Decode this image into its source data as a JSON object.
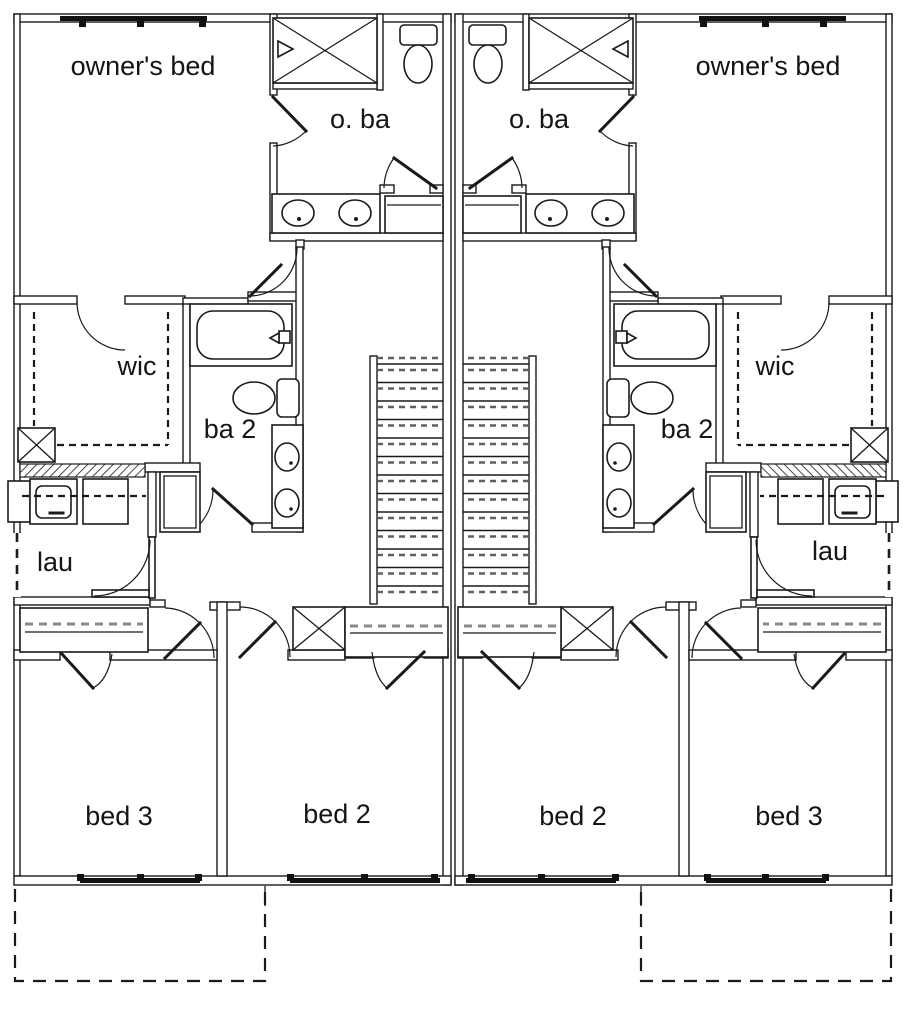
{
  "floor_plan": {
    "kind": "duplex second-floor plan, two mirrored units",
    "rooms": [
      {
        "id": "owners-bed-left",
        "label": "owner's bed"
      },
      {
        "id": "owners-bath-left",
        "label": "o. ba"
      },
      {
        "id": "walk-in-closet-left",
        "label": "wic"
      },
      {
        "id": "bath-2-left",
        "label": "ba 2"
      },
      {
        "id": "laundry-left",
        "label": "lau"
      },
      {
        "id": "bed-3-left",
        "label": "bed 3"
      },
      {
        "id": "bed-2-left",
        "label": "bed 2"
      },
      {
        "id": "owners-bath-right",
        "label": "o. ba"
      },
      {
        "id": "owners-bed-right",
        "label": "owner's bed"
      },
      {
        "id": "bath-2-right",
        "label": "ba 2"
      },
      {
        "id": "walk-in-closet-right",
        "label": "wic"
      },
      {
        "id": "laundry-right",
        "label": "lau"
      },
      {
        "id": "bed-2-right",
        "label": "bed 2"
      },
      {
        "id": "bed-3-right",
        "label": "bed 3"
      }
    ],
    "fixtures": [
      "shower",
      "toilet",
      "double-sink-vanity",
      "bathtub",
      "washer",
      "dryer",
      "staircase",
      "linen-closet",
      "chase-x-box",
      "closet-shelving",
      "window",
      "door-swing",
      "patio-outline"
    ],
    "colors": {
      "line": "#1a1a1a",
      "shelf_dash": "#8a8a8a",
      "stair_dash": "#5f5f5f",
      "background": "#ffffff"
    },
    "stairs": {
      "tread_count": 13
    }
  }
}
